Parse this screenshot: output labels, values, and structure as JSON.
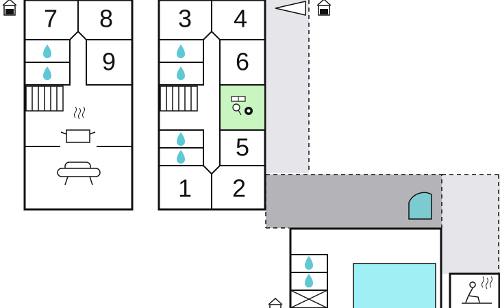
{
  "rooms": [
    {
      "id": "room-7",
      "label": "7"
    },
    {
      "id": "room-8",
      "label": "8"
    },
    {
      "id": "room-9",
      "label": "9"
    },
    {
      "id": "room-3",
      "label": "3"
    },
    {
      "id": "room-4",
      "label": "4"
    },
    {
      "id": "room-6",
      "label": "6"
    },
    {
      "id": "room-5",
      "label": "5"
    },
    {
      "id": "room-1",
      "label": "1"
    },
    {
      "id": "room-2",
      "label": "2"
    }
  ],
  "colors": {
    "wall": "#111111",
    "walkway": "#e6e6ea",
    "covered_terrace": "#b4b4b8",
    "game_room": "#c8f5c0",
    "pool": "#9ff0f4",
    "water_drop": "#5fc8d4",
    "door": "#7ccbd0"
  },
  "icons": [
    "house-icon",
    "water-drop-icon",
    "stairs-icon",
    "cooking-pot-icon",
    "sofa-icon",
    "table-tennis-icon",
    "billiard-ball-icon",
    "whirlpool-door-icon",
    "sauna-icon",
    "toilet-icon"
  ]
}
